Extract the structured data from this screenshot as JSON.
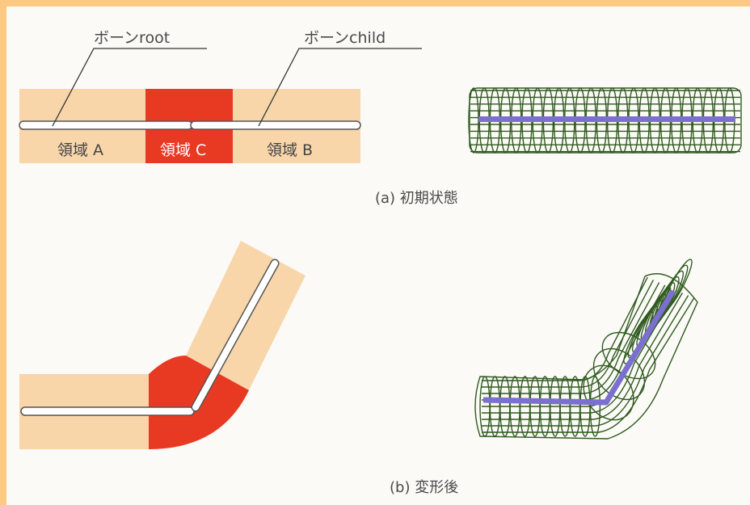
{
  "labels": {
    "bone_root": "ボーンroot",
    "bone_child": "ボーンchild"
  },
  "regions": {
    "a": "領域 A",
    "c": "領域 C",
    "b": "領域 B"
  },
  "captions": {
    "initial": "(a) 初期状態",
    "deformed": "(b) 変形後"
  },
  "colors": {
    "page_border": "#fcc983",
    "background": "#fbfaf6",
    "region_light": "#f8d6aa",
    "region_red": "#e83a22",
    "bone": "#ffffff",
    "mesh": "#2f5a1f",
    "mesh_bone": "#7b6fd0"
  }
}
